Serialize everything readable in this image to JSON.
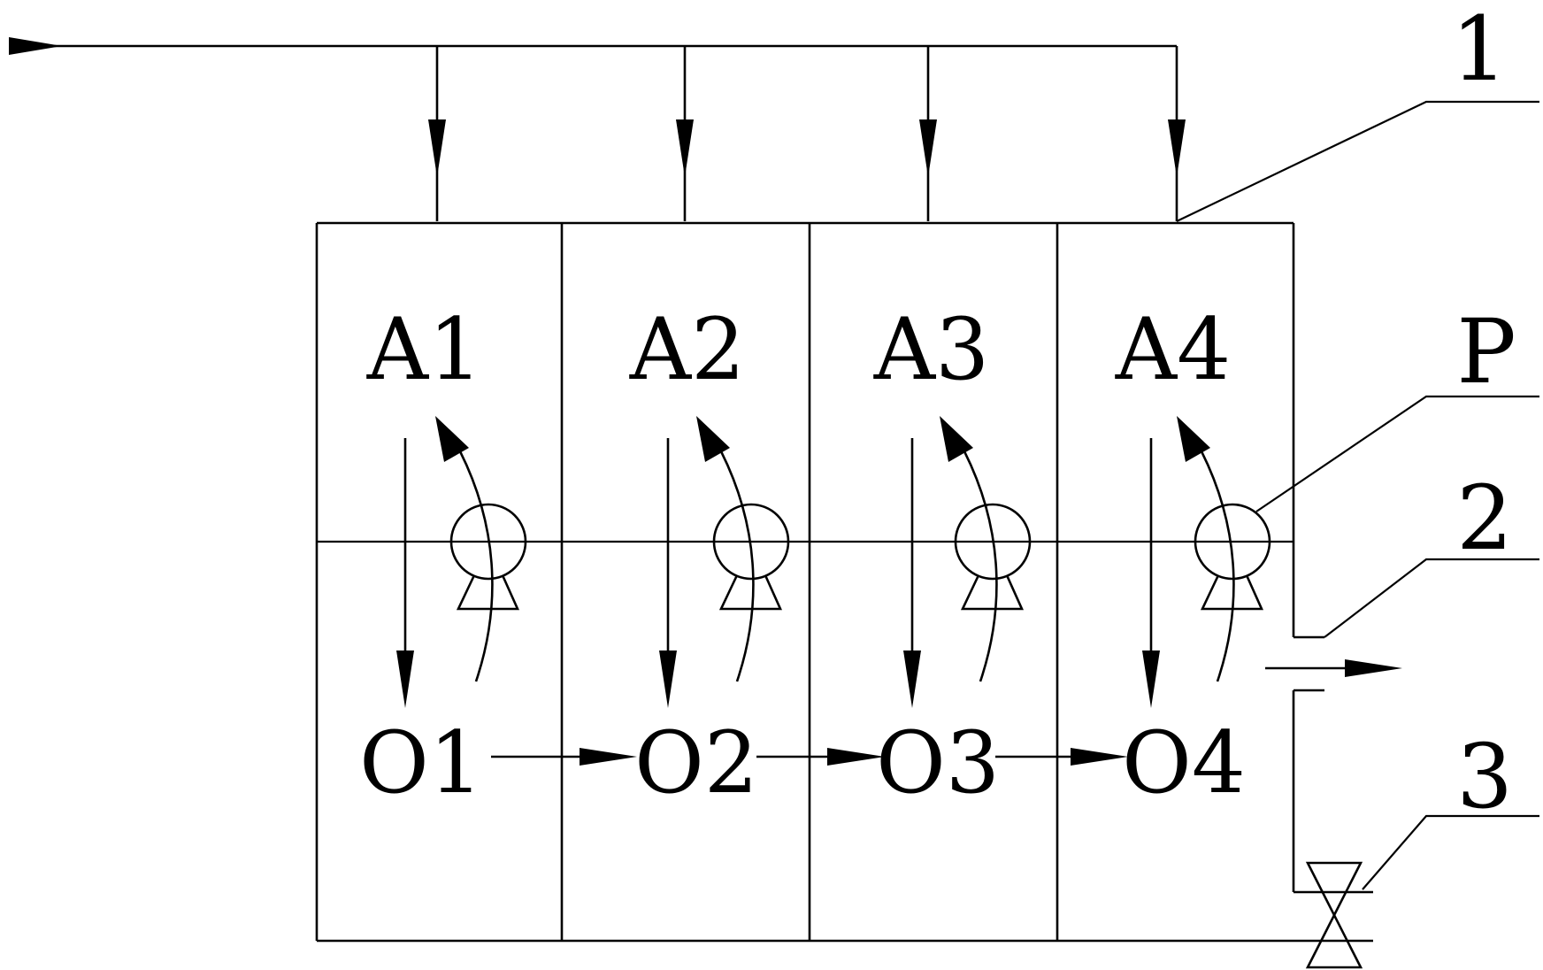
{
  "zones": [
    {
      "top_label": "A1",
      "bottom_label": "O1"
    },
    {
      "top_label": "A2",
      "bottom_label": "O2"
    },
    {
      "top_label": "A3",
      "bottom_label": "O3"
    },
    {
      "top_label": "A4",
      "bottom_label": "O4"
    }
  ],
  "callouts": {
    "tank": "1",
    "pump": "P",
    "outlet": "2",
    "valve": "3"
  }
}
